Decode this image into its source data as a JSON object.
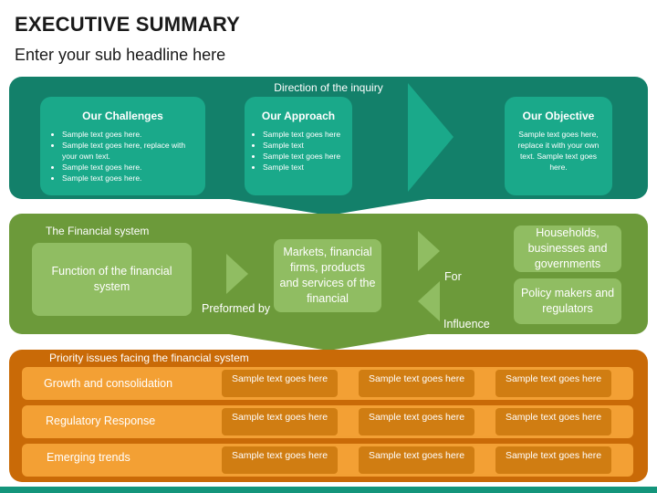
{
  "header": {
    "title": "EXECUTIVE SUMMARY",
    "subtitle": "Enter your sub headline here"
  },
  "inquiry": {
    "caption": "Direction of the inquiry",
    "challenges": {
      "title": "Our Challenges",
      "items": [
        "Sample text goes here.",
        "Sample text goes here, replace with your own text.",
        "Sample text goes here.",
        "Sample text goes here."
      ]
    },
    "approach": {
      "title": "Our Approach",
      "items": [
        "Sample text goes here",
        "Sample text",
        "Sample text goes here",
        "Sample text"
      ]
    },
    "objective": {
      "title": "Our Objective",
      "text": "Sample text goes here, replace it with your own text. Sample text goes here."
    }
  },
  "financial": {
    "caption": "The Financial system",
    "function_box": "Function of the financial system",
    "preformed_by": "Preformed by",
    "markets_box": "Markets, financial firms, products and services of the financial",
    "for_label": "For",
    "influence_label": "Influence",
    "households_box": "Households, businesses and governments",
    "policy_box": "Policy makers and regulators"
  },
  "priority": {
    "caption": "Priority issues facing the financial system",
    "rows": [
      {
        "label": "Growth and consolidation",
        "cells": [
          "Sample text goes here",
          "Sample text goes here",
          "Sample text goes here"
        ]
      },
      {
        "label": "Regulatory Response",
        "cells": [
          "Sample text goes here",
          "Sample text goes here",
          "Sample text goes here"
        ]
      },
      {
        "label": "Emerging trends",
        "cells": [
          "Sample text goes here",
          "Sample text goes here",
          "Sample text goes here"
        ]
      }
    ]
  },
  "colors": {
    "teal_dark": "#13806a",
    "teal_light": "#1aa98a",
    "green_dark": "#6c9a3a",
    "green_light": "#90bd62",
    "orange_dark": "#c96a07",
    "orange_light": "#f3a034"
  }
}
